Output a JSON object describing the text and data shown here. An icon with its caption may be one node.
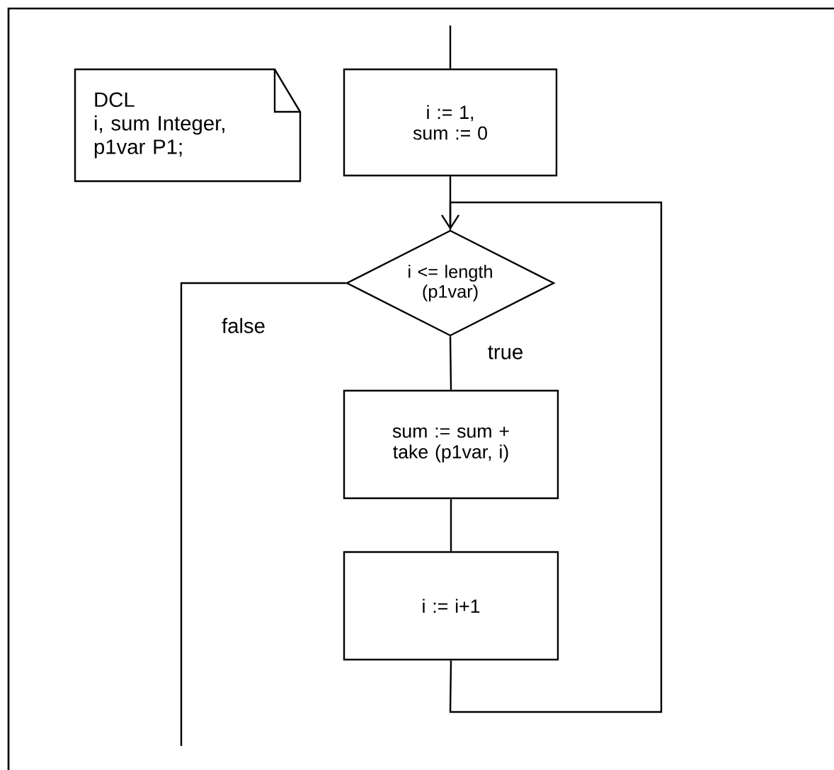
{
  "diagram": {
    "nodes": [
      {
        "text": [
          "DCL",
          "i, sum Integer, p1var P1;"
        ]
      },
      {
        "text": [
          "i := 1, sum := 0"
        ]
      },
      {
        "text": [
          "i <= length (p1var)"
        ]
      },
      {
        "text": [
          "sum := sum + take (p1var, i)"
        ]
      },
      {
        "text": [
          "i := i+1"
        ]
      }
    ],
    "edges": [
      {
        "from": null,
        "to": 1,
        "arrow": "none"
      },
      {
        "from": 1,
        "to": 2,
        "arrow": "none"
      },
      {
        "from": 2,
        "to": 3,
        "label": "true",
        "arrow": "none"
      },
      {
        "from": 3,
        "to": 4,
        "arrow": "none"
      },
      {
        "from": 4,
        "to": 2,
        "arrow": "to"
      },
      {
        "from": 2,
        "to": null,
        "label": "false",
        "arrow": "none"
      }
    ]
  }
}
